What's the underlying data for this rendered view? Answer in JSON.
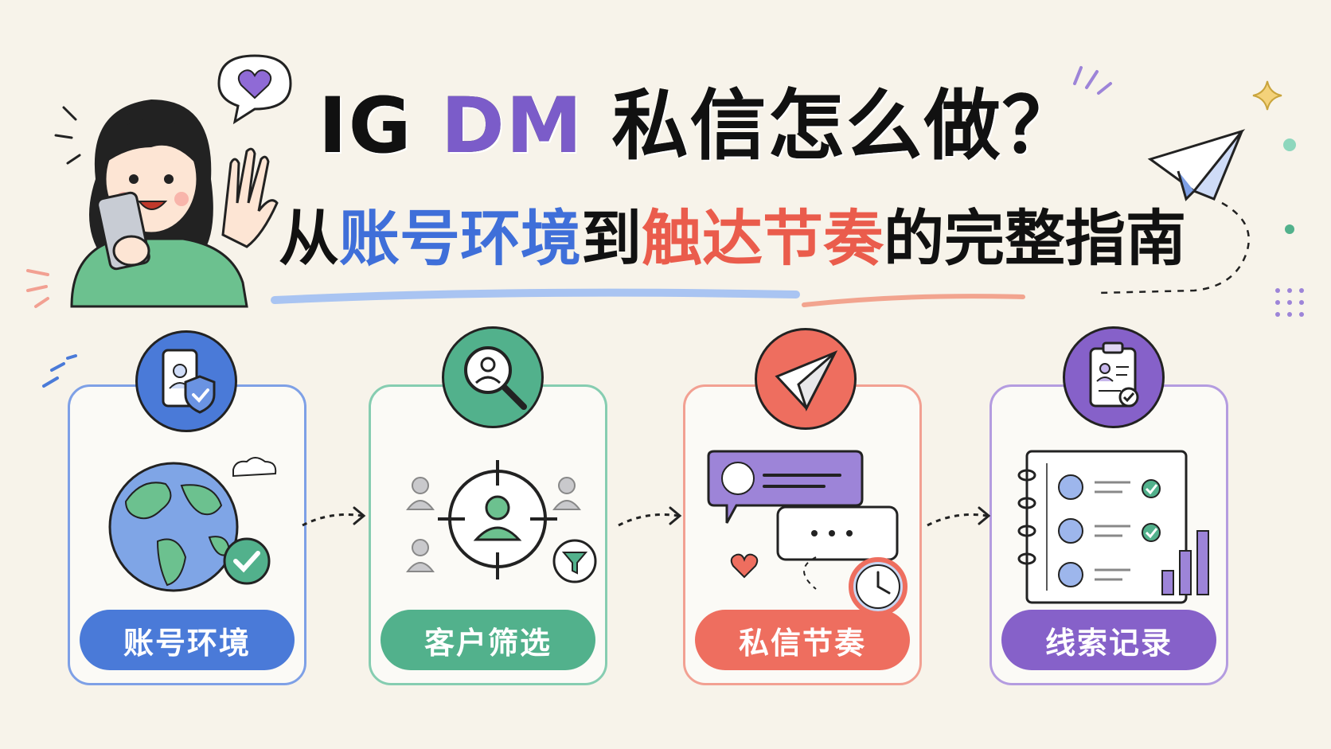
{
  "title": {
    "part1": "IG ",
    "part2": "DM",
    "part3": " 私信怎么做？"
  },
  "subtitle": {
    "part1": "从",
    "part2": "账号环境",
    "part3": "到",
    "part4": "触达节奏",
    "part5": "的完整指南"
  },
  "steps": [
    {
      "label": "账号环境",
      "color": "#4a7ad8",
      "border": "#7ea0e6",
      "icon": "phone-shield-icon"
    },
    {
      "label": "客户筛选",
      "color": "#52b18c",
      "border": "#86cdb1",
      "icon": "search-user-icon"
    },
    {
      "label": "私信节奏",
      "color": "#ee6e5f",
      "border": "#f2a092",
      "icon": "paper-plane-icon"
    },
    {
      "label": "线索记录",
      "color": "#8661c9",
      "border": "#b49ce0",
      "icon": "clipboard-icon"
    }
  ],
  "colors": {
    "background": "#f7f3ea",
    "accent_purple": "#7b5cc9",
    "accent_blue": "#3f6fd9",
    "accent_red": "#ea5c4c"
  }
}
